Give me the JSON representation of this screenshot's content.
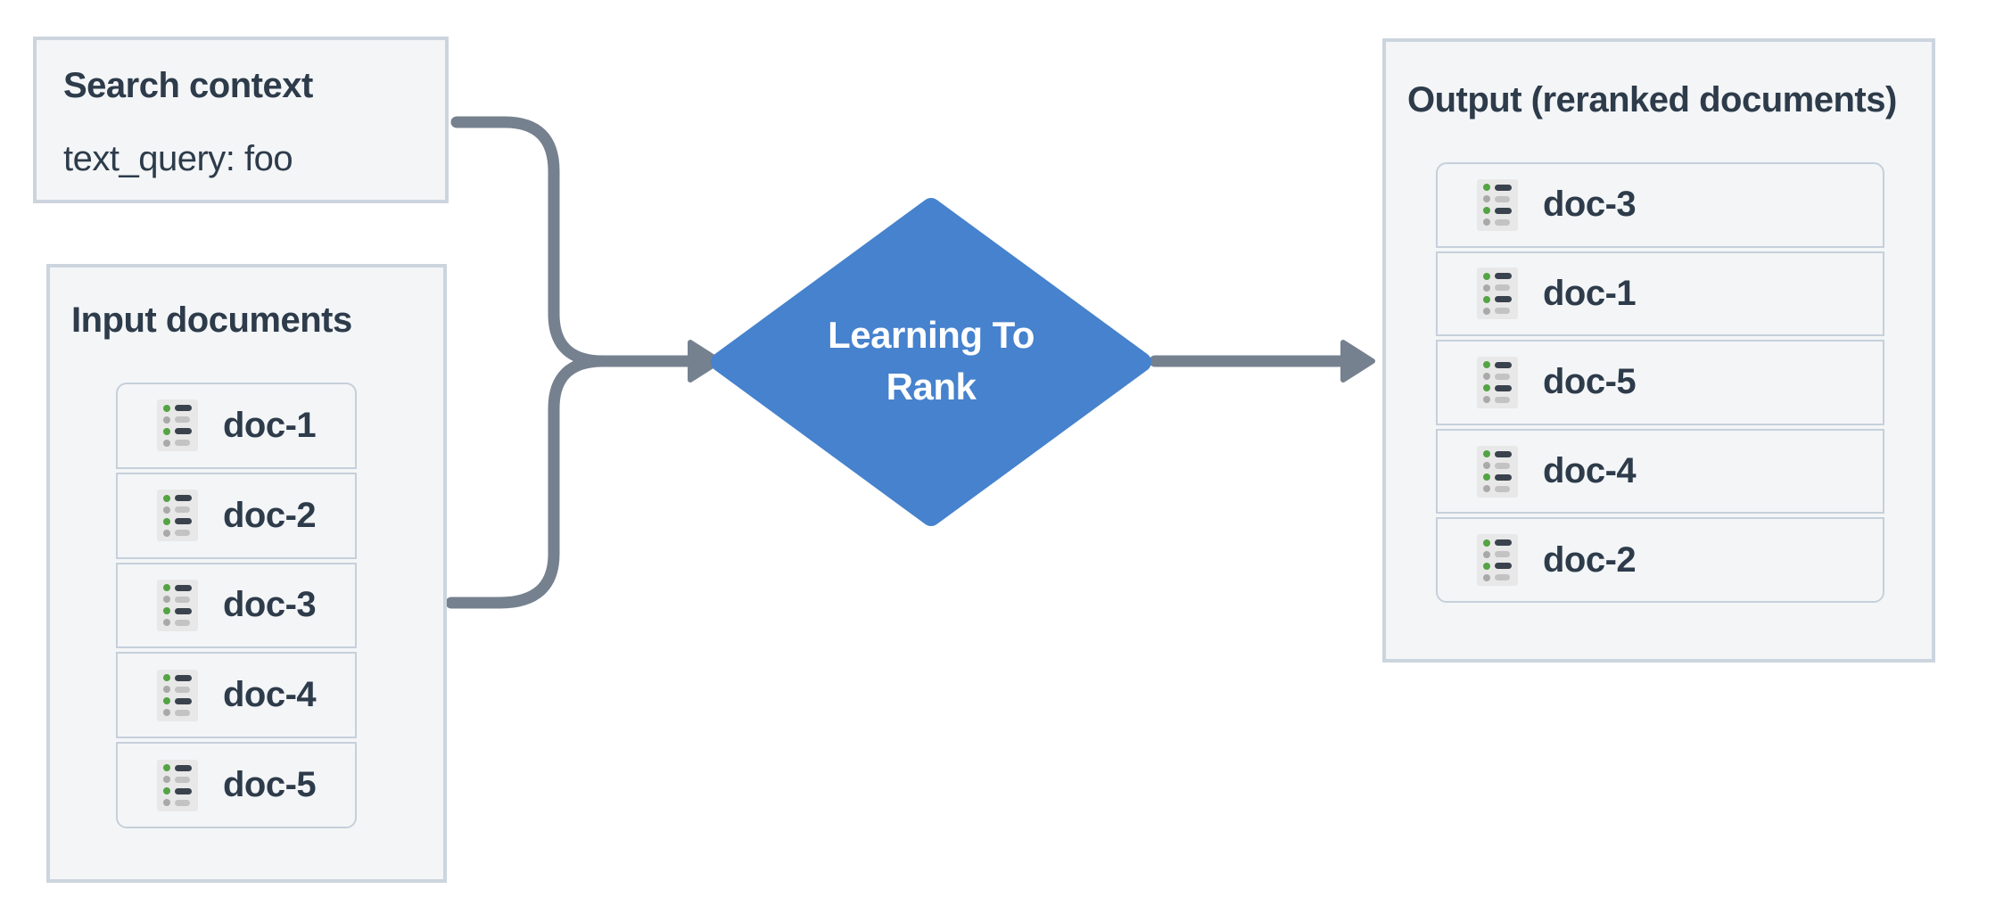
{
  "diagram": {
    "search_context": {
      "title": "Search context",
      "query": "text_query: foo"
    },
    "input_documents": {
      "title": "Input documents",
      "docs": [
        "doc-1",
        "doc-2",
        "doc-3",
        "doc-4",
        "doc-5"
      ]
    },
    "process": {
      "label_line1": "Learning To",
      "label_line2": "Rank"
    },
    "output_documents": {
      "title": "Output (reranked documents)",
      "docs": [
        "doc-3",
        "doc-1",
        "doc-5",
        "doc-4",
        "doc-2"
      ]
    },
    "icons": {
      "doc_icon": "doc-list-icon"
    },
    "colors": {
      "panel_background": "#f3f5f7",
      "panel_border": "#ccd5de",
      "row_border": "#c6d0db",
      "text_dark": "#2d3b4a",
      "diamond_blue": "#4682cd",
      "connector_gray": "#76818f",
      "icon_green": "#54a344",
      "icon_gray": "#a9a9a9",
      "icon_background": "#e8e8e8"
    }
  }
}
